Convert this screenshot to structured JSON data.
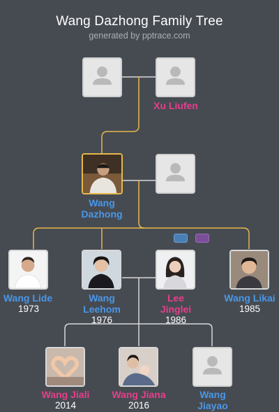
{
  "header": {
    "title": "Wang Dazhong Family Tree",
    "subtitle": "generated by pptrace.com"
  },
  "colors": {
    "background": "#464b52",
    "direct_line": "#e6b84b",
    "relation_line": "#d8d8d8",
    "male_name": "#4a97e8",
    "female_name": "#e83e8c",
    "marriage_chip_male": "#4a7fb5",
    "marriage_chip_female": "#8a5aa8"
  },
  "people": {
    "grandfather": {
      "name": "",
      "year": "",
      "gender": "male",
      "photo": "unknown-person-icon"
    },
    "xu_liufen": {
      "name": "Xu Liufen",
      "year": "",
      "gender": "female",
      "photo": "unknown-person-icon"
    },
    "wang_dazhong": {
      "name_line1": "Wang",
      "name_line2": "Dazhong",
      "year": "",
      "gender": "male",
      "photo": "portrait"
    },
    "spouse": {
      "name": "",
      "year": "",
      "gender": "female",
      "photo": "unknown-person-icon"
    },
    "wang_lide": {
      "name": "Wang Lide",
      "year": "1973",
      "gender": "male",
      "photo": "portrait"
    },
    "wang_leehom": {
      "name_line1": "Wang",
      "name_line2": "Leehom",
      "year": "1976",
      "gender": "male",
      "photo": "portrait"
    },
    "lee_jinglei": {
      "name_line1": "Lee",
      "name_line2": "Jinglei",
      "year": "1986",
      "gender": "female",
      "photo": "portrait"
    },
    "wang_likai": {
      "name": "Wang Likai",
      "year": "1985",
      "gender": "male",
      "photo": "portrait"
    },
    "wang_jiali": {
      "name": "Wang Jiali",
      "year": "2014",
      "gender": "female",
      "photo": "portrait"
    },
    "wang_jiana": {
      "name": "Wang Jiana",
      "year": "2016",
      "gender": "female",
      "photo": "portrait"
    },
    "wang_jiayao": {
      "name_line1": "Wang",
      "name_line2": "Jiayao",
      "year": "",
      "gender": "male",
      "photo": "unknown-person-icon"
    }
  }
}
